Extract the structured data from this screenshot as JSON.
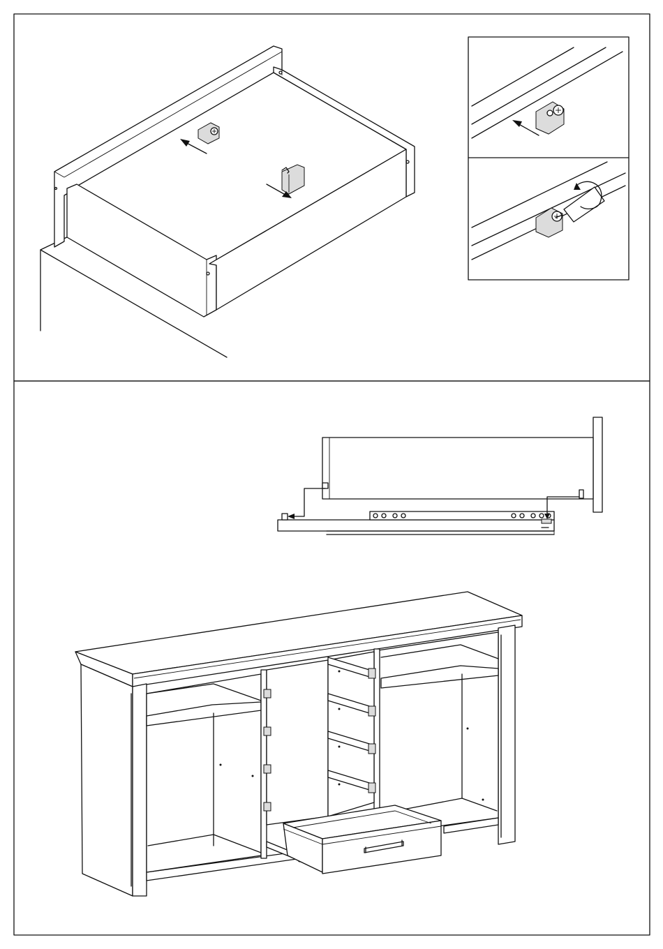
{
  "sheet": {
    "border_color": "#111111",
    "background": "#ffffff"
  },
  "panels": {
    "top": {
      "main_view": [
        "drawer-box-iso",
        "corner-bracket",
        "drawer-clip"
      ],
      "detail_top": [
        "rail-profile",
        "corner-bracket-closeup",
        "insert-arrow"
      ],
      "detail_bottom": [
        "rail-profile",
        "corner-bracket-closeup",
        "screwdriver",
        "rotation-arrow"
      ]
    },
    "bottom": {
      "rail_diagram": [
        "drawer-side-profile",
        "drawer-front",
        "slide-rail",
        "hole-rows",
        "hook-arrow"
      ],
      "sideboard": [
        "sideboard-carcass",
        "left-compartment",
        "right-compartment",
        "slide-pairs",
        "open-drawer",
        "drawer-handle"
      ]
    }
  },
  "counts": {
    "slide_pairs": 4,
    "rail_hole_groups": 2
  }
}
